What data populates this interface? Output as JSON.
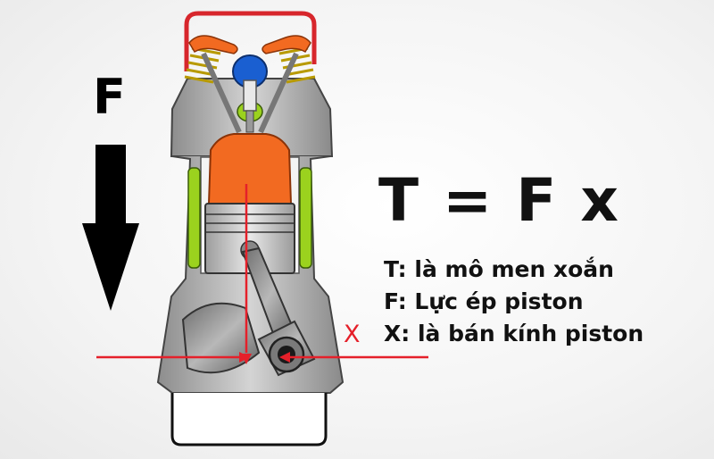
{
  "force_label": "F",
  "formula": "T = F x",
  "legend": [
    "T: là mô men xoắn",
    "F: Lực ép piston",
    "X: là bán kính piston"
  ],
  "x_marker": "X",
  "colors": {
    "accent_red": "#e5202a",
    "piston_orange": "#f26a21",
    "coolant_green": "#9bd21e",
    "spark_blue": "#1a5fd1",
    "metal_gray": "#9a9a9a"
  }
}
